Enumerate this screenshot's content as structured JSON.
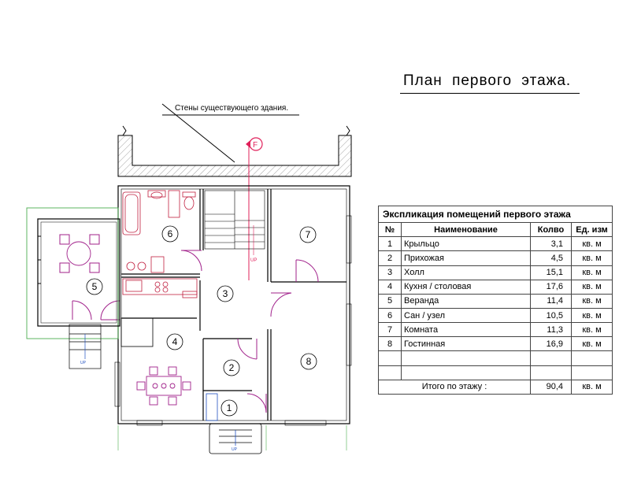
{
  "title": "План  первого  этажа.",
  "callout": "Стены существующего здания.",
  "section_marker": "F",
  "stair_label": "UP",
  "rooms": [
    {
      "no": "1"
    },
    {
      "no": "2"
    },
    {
      "no": "3"
    },
    {
      "no": "4"
    },
    {
      "no": "5"
    },
    {
      "no": "6"
    },
    {
      "no": "7"
    },
    {
      "no": "8"
    }
  ],
  "explication": {
    "caption": "Экспликация помещений первого этажа",
    "headers": [
      "№",
      "Наименование",
      "Колво",
      "Ед. изм"
    ],
    "rows": [
      {
        "no": "1",
        "name": "Крыльцо",
        "qty": "3,1",
        "unit": "кв. м"
      },
      {
        "no": "2",
        "name": "Прихожая",
        "qty": "4,5",
        "unit": "кв. м"
      },
      {
        "no": "3",
        "name": "Холл",
        "qty": "15,1",
        "unit": "кв. м"
      },
      {
        "no": "4",
        "name": "Кухня  / столовая",
        "qty": "17,6",
        "unit": "кв. м"
      },
      {
        "no": "5",
        "name": "Веранда",
        "qty": "11,4",
        "unit": "кв. м"
      },
      {
        "no": "6",
        "name": "Сан  / узел",
        "qty": "10,5",
        "unit": "кв. м"
      },
      {
        "no": "7",
        "name": "Комната",
        "qty": "11,3",
        "unit": "кв. м"
      },
      {
        "no": "8",
        "name": "Гостинная",
        "qty": "16,9",
        "unit": "кв. м"
      }
    ],
    "total_label": "Итого по этажу  :",
    "total_qty": "90,4",
    "total_unit": "кв. м"
  }
}
